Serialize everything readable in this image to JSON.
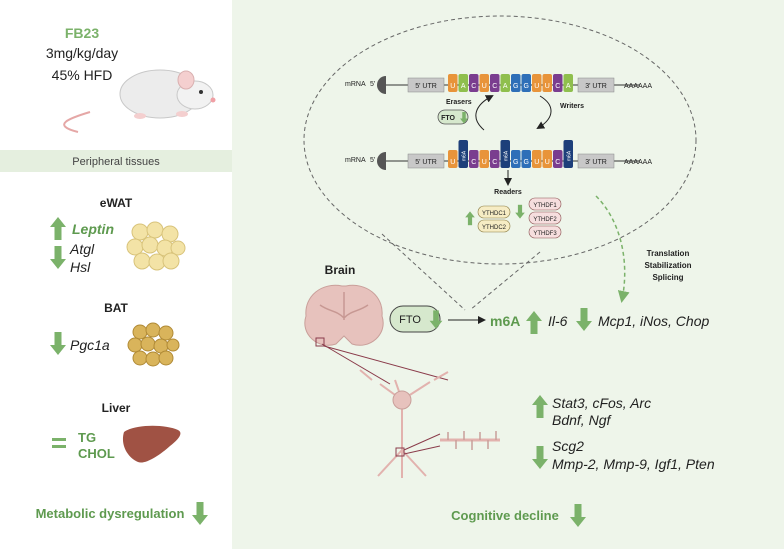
{
  "left_panel": {
    "treatment": "FB23",
    "dose": "3mg/kg/day",
    "diet": "45% HFD",
    "section_header": "Peripheral tissues",
    "ewat": {
      "title": "eWAT",
      "up": "Leptin",
      "down1": "Atgl",
      "down2": "Hsl"
    },
    "bat": {
      "title": "BAT",
      "down": "Pgc1a"
    },
    "liver": {
      "title": "Liver",
      "item1": "TG",
      "item2": "CHOL"
    },
    "outcome": "Metabolic dysregulation"
  },
  "mrna_diagram": {
    "mrna_label": "mRNA",
    "five_prime": "5'",
    "utr5": "5' UTR",
    "utr3": "3' UTR",
    "polyA": "AAAAAA",
    "top_bases": [
      "U",
      "A",
      "C",
      "U",
      "C",
      "A",
      "G",
      "G",
      "U",
      "U",
      "C",
      "A"
    ],
    "bottom_bases": [
      "U",
      "m6A",
      "C",
      "U",
      "C",
      "m6A",
      "G",
      "G",
      "U",
      "U",
      "C",
      "m6A"
    ],
    "erasers_label": "Erasers",
    "fto_label": "FTO",
    "writers_label": "Writers",
    "readers_label": "Readers",
    "ythdc": [
      "YTHDC1",
      "YTHDC2"
    ],
    "ythdf": [
      "YTHDF1",
      "YTHDF2",
      "YTHDF3"
    ],
    "effects": [
      "Translation",
      "Stabilization",
      "Splicing"
    ]
  },
  "brain": {
    "label": "Brain",
    "fto": "FTO",
    "m6a": "m6A",
    "il6": "Il-6",
    "down_genes": "Mcp1, iNos, Chop",
    "up_genes_line1": "Stat3, cFos, Arc",
    "up_genes_line2": "Bdnf, Ngf",
    "down_genes2_line1": "Scg2",
    "down_genes2_line2": "Mmp-2, Mmp-9, Igf1, Pten",
    "outcome": "Cognitive decline"
  },
  "colors": {
    "green": "#7bb26a",
    "green_dark": "#5e9a4f",
    "left_bg": "#ffffff",
    "right_bg": "#eef5ea",
    "header_bar": "#e5efdf",
    "fat": "#f3e3a6",
    "bat_fat": "#d9b45b",
    "liver": "#a05244",
    "brain": "#e7c2bd"
  }
}
